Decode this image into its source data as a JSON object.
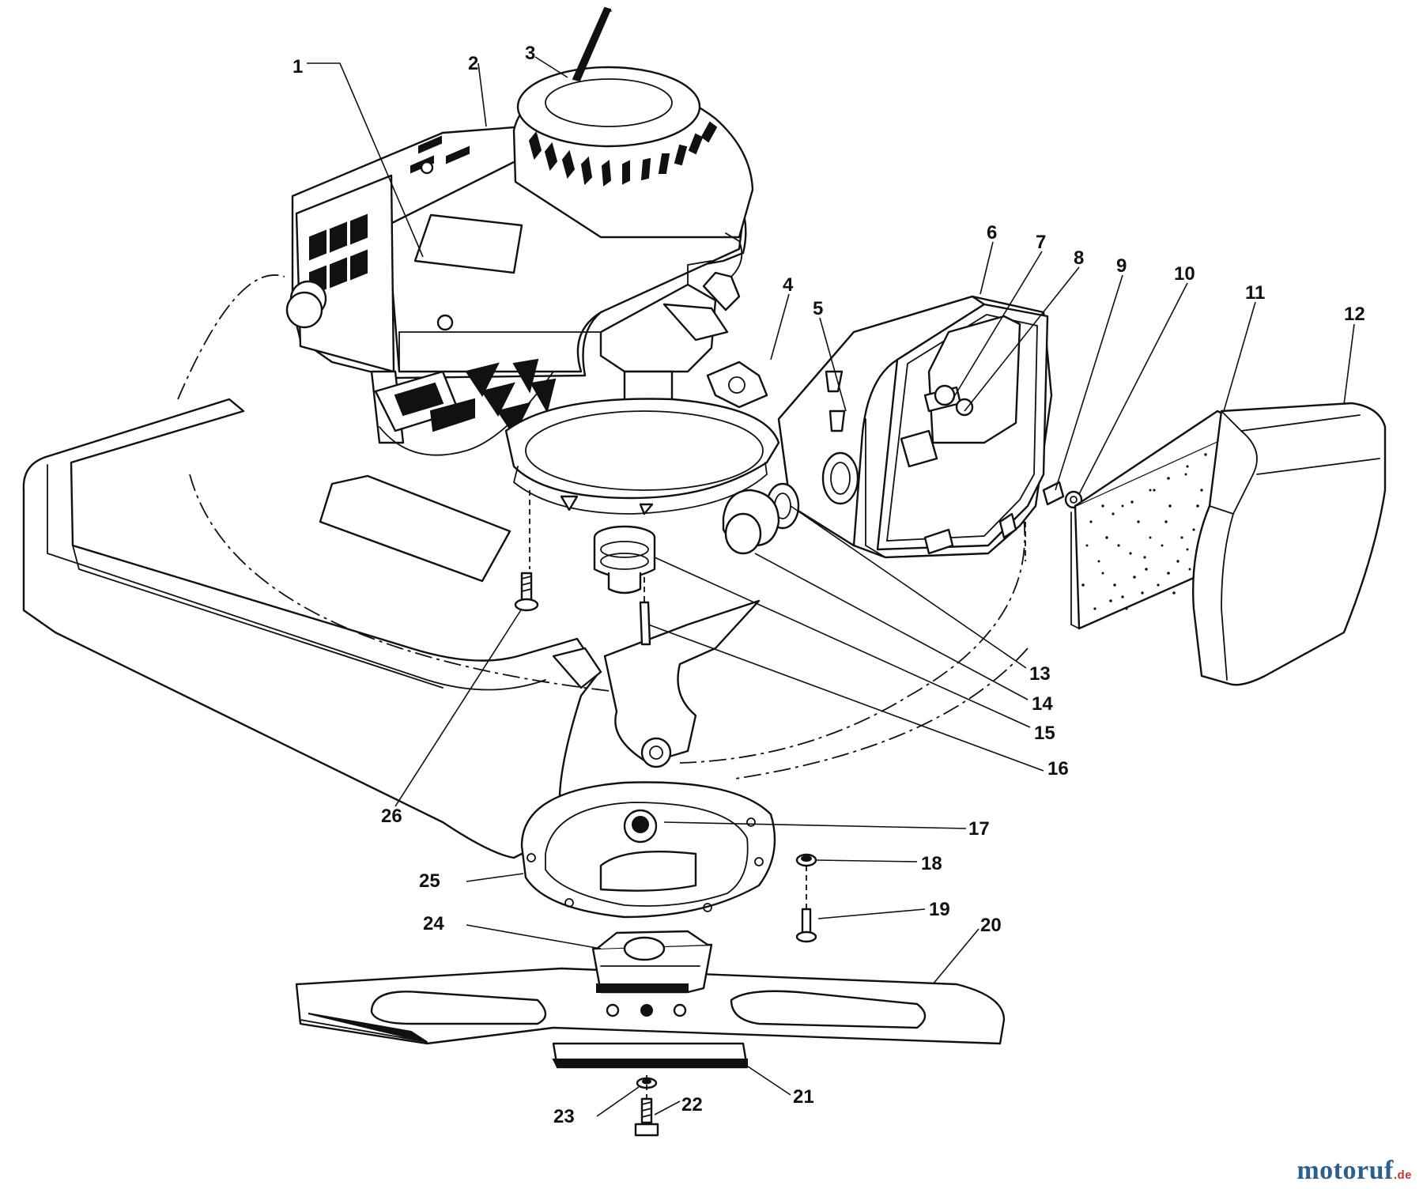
{
  "callouts": [
    "1",
    "2",
    "3",
    "4",
    "5",
    "6",
    "7",
    "8",
    "9",
    "10",
    "11",
    "12",
    "13",
    "14",
    "15",
    "16",
    "17",
    "18",
    "19",
    "20",
    "21",
    "22",
    "23",
    "24",
    "25",
    "26"
  ],
  "watermark": {
    "brand": "motoruf",
    "tld": ".de",
    "color": "#2a5f8f",
    "tld_color": "#c0392b"
  }
}
